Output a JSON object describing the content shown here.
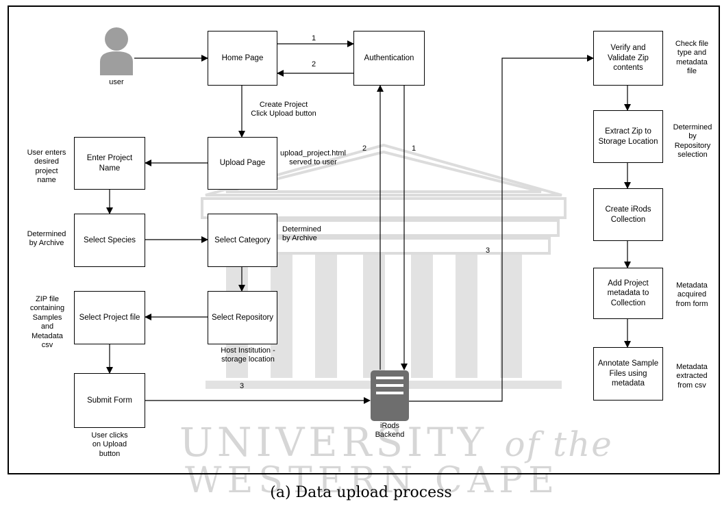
{
  "user": {
    "label": "user"
  },
  "boxes": {
    "home": "Home Page",
    "auth": "Authentication",
    "verify": "Verify and Validate Zip contents",
    "upload": "Upload Page",
    "enter_name": "Enter Project Name",
    "select_species": "Select Species",
    "select_category": "Select Category",
    "select_repository": "Select Repository",
    "select_file": "Select Project file",
    "submit": "Submit Form",
    "extract": "Extract Zip to Storage Location",
    "create_collection": "Create iRods Collection",
    "add_metadata": "Add Project metadata to Collection",
    "annotate": "Annotate Sample Files using metadata"
  },
  "backend": {
    "label": "iRods\nBackend"
  },
  "notes": {
    "create_project": "Create Project\nClick Upload button",
    "upload_served": "upload_project.html\nserved to user",
    "user_enters": "User enters\ndesired\nproject\nname",
    "determined_archive_left": "Determined\nby Archive",
    "determined_archive_mid": "Determined\nby Archive",
    "zip_file": "ZIP file\ncontaining\nSamples\nand\nMetadata\ncsv",
    "host_institution": "Host Institution -\nstorage location",
    "user_clicks": "User clicks\non Upload\nbutton",
    "check_file": "Check file\ntype and\nmetadata\nfile",
    "determined_repository": "Determined\nby\nRepository\nselection",
    "metadata_form": "Metadata\nacquired\nfrom form",
    "metadata_csv": "Metadata\nextracted\nfrom csv"
  },
  "edge_labels": {
    "home_to_auth": "1",
    "auth_to_home": "2",
    "backend_to_auth": "2",
    "auth_to_backend": "1",
    "submit_to_backend": "3",
    "backend_to_verify": "3"
  },
  "watermark": {
    "university": "UNIVERSITY",
    "of_the": "of the",
    "western_cape": "WESTERN CAPE"
  },
  "caption": "(a) Data upload process"
}
